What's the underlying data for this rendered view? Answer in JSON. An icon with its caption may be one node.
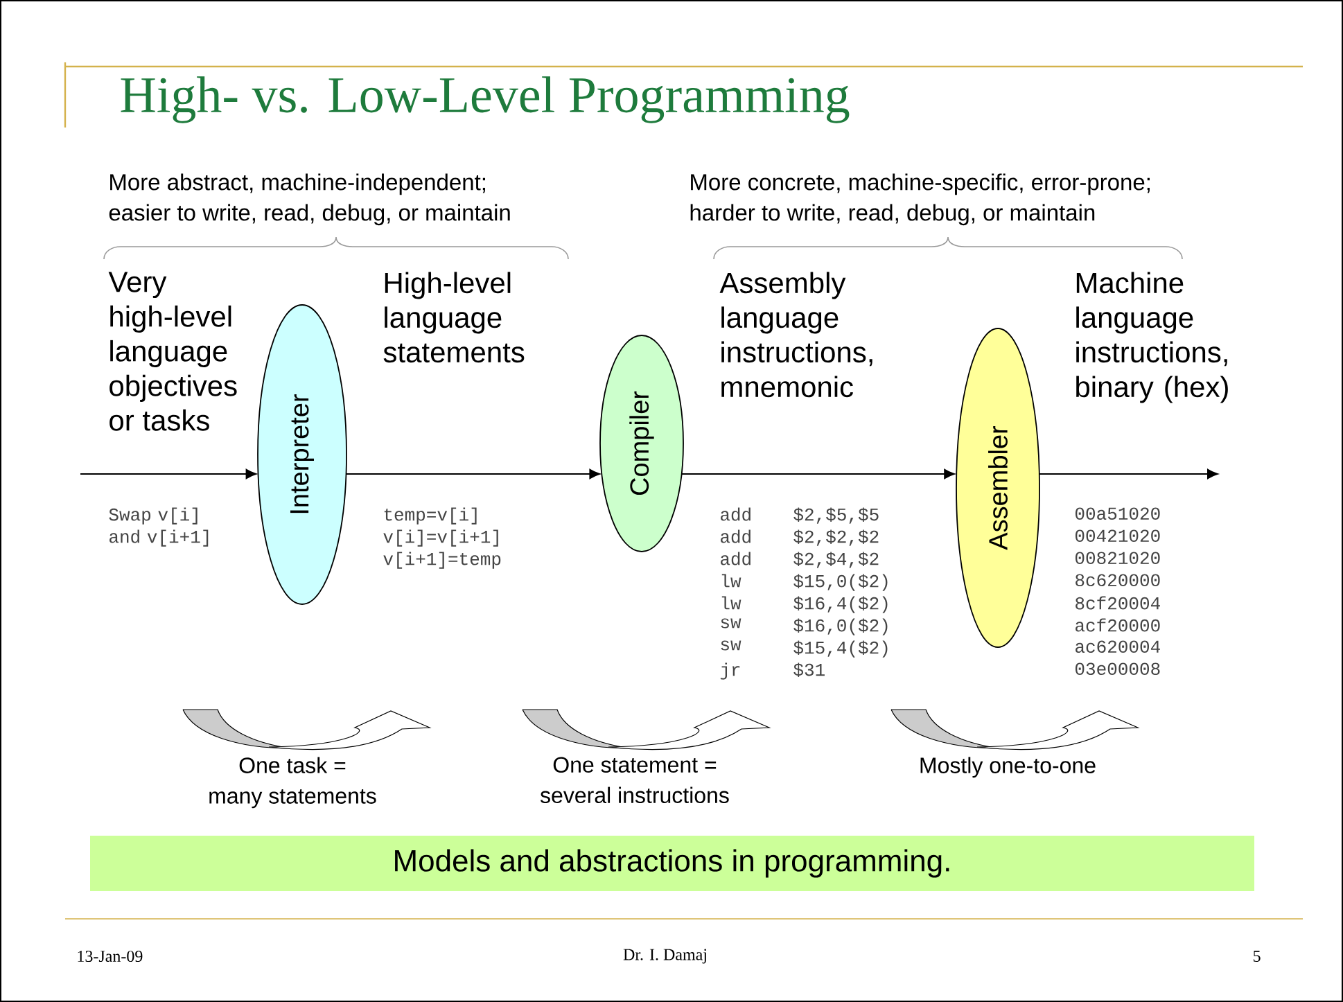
{
  "diagram": {
    "title": "High- vs. Low-Level Programming",
    "nodes": [
      {
        "text": [
          "Interpreter"
        ]
      },
      {
        "text": [
          "Compiler"
        ]
      },
      {
        "text": [
          "Assembler"
        ]
      },
      {
        "text": [
          "Models and abstractions in programming."
        ]
      }
    ],
    "edges": [
      {
        "from": null,
        "to": 0,
        "arrow": "to"
      },
      {
        "from": 0,
        "to": 1,
        "arrow": "to"
      },
      {
        "from": 1,
        "to": 2,
        "arrow": "to"
      },
      {
        "from": 2,
        "to": null,
        "arrow": "to"
      }
    ],
    "labels": [
      "More abstract, machine-independent; easier to write, read, debug, or maintain",
      "More concrete, machine-specific, error-prone; harder to write, read, debug, or maintain",
      "Very high-level language objectives or tasks",
      "High-level language statements",
      "Assembly language instructions, mnemonic",
      "Machine language instructions, binary (hex)",
      "Swap v[i] and v[i+1]",
      "temp=v[i] v[i]=v[i+1] v[i+1]=temp",
      "add",
      "$2,$5,$5",
      "00a51020",
      "add",
      "$2,$2,$2",
      "00421020",
      "add",
      "$2,$4,$2",
      "00821020",
      "lw",
      "$15,0($2)",
      "8c620000",
      "lw",
      "$16,4($2)",
      "8cf20004",
      "sw",
      "$16,0($2)",
      "acf20000",
      "sw",
      "$15,4($2)",
      "ac620004",
      "jr",
      "$31",
      "03e00008",
      "One task = many statements",
      "One statement = several instructions",
      "Mostly one-to-one",
      "13-Jan-09",
      "Dr. I. Damaj",
      "5"
    ]
  }
}
